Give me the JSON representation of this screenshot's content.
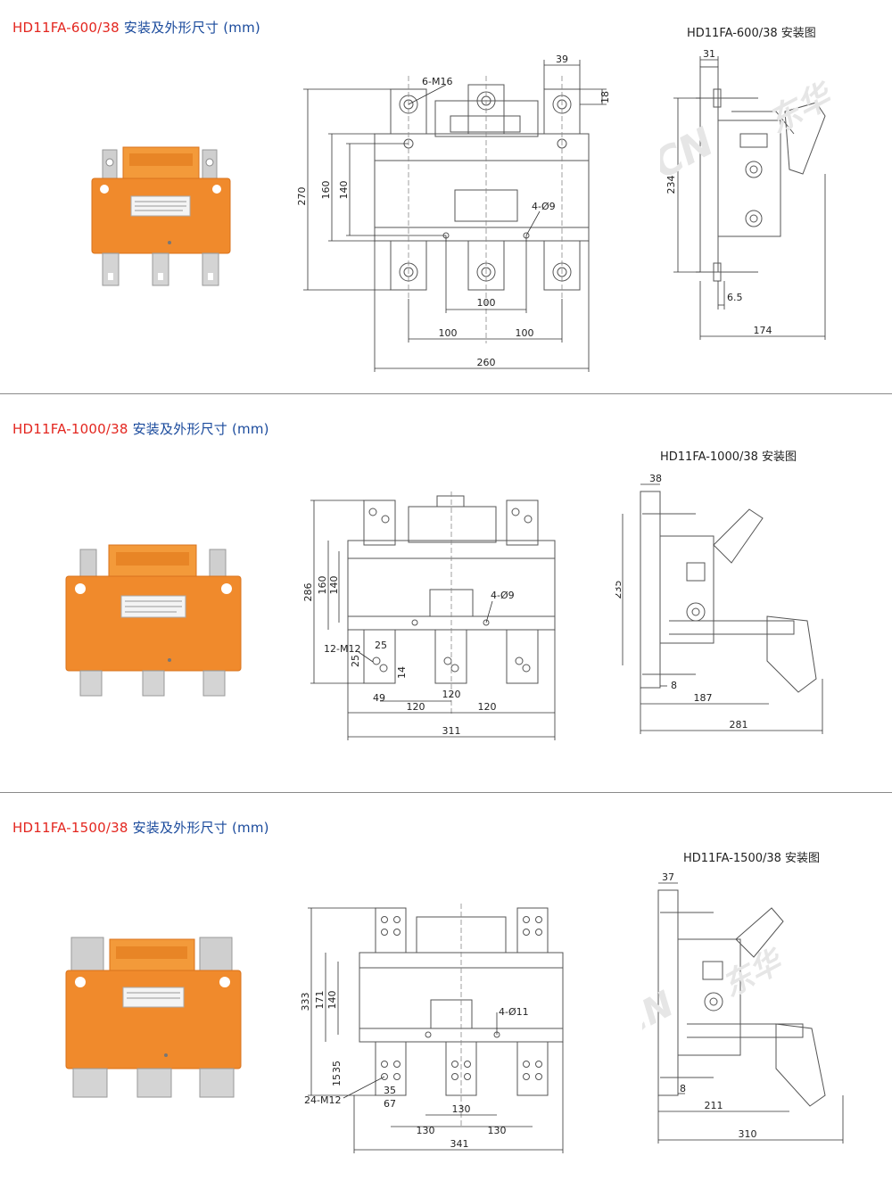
{
  "sections": [
    {
      "model": "HD11FA-600/38",
      "desc": " 安装及外形尺寸 (mm)",
      "install_title": "HD11FA-600/38 安装图",
      "front": {
        "height_total": "270",
        "h2": "160",
        "h3": "140",
        "top_right": "39",
        "top_offset": "18",
        "thread_label": "6-M16",
        "hole_label": "4-Ø9",
        "hole_spacing": "100",
        "pitch_left": "100",
        "pitch_right": "100",
        "width": "260"
      },
      "side": {
        "top": "31",
        "height": "234",
        "small": "6.5",
        "width": "174"
      }
    },
    {
      "model": "HD11FA-1000/38",
      "desc": " 安装及外形尺寸 (mm)",
      "install_title": "HD11FA-1000/38 安装图",
      "front": {
        "height_total": "286",
        "h2": "160",
        "h3": "140",
        "thread_label": "12-M12",
        "a": "25",
        "b": "25",
        "c": "14",
        "d": "49",
        "hole_label": "4-Ø9",
        "hole_spacing": "120",
        "pitch_left": "120",
        "pitch_right": "120",
        "width": "311"
      },
      "side": {
        "top": "38",
        "height": "235",
        "small": "8",
        "depth": "187",
        "width": "281"
      }
    },
    {
      "model": "HD11FA-1500/38",
      "desc": " 安装及外形尺寸 (mm)",
      "install_title": "HD11FA-1500/38 安装图",
      "front": {
        "height_total": "333",
        "h2": "171",
        "h3": "140",
        "thread_label": "24-M12",
        "a": "15",
        "b": "35",
        "c": "35",
        "d": "67",
        "hole_label": "4-Ø11",
        "hole_spacing": "130",
        "pitch_left": "130",
        "pitch_right": "130",
        "width": "341"
      },
      "side": {
        "top": "37",
        "small": "8",
        "depth": "211",
        "width": "310"
      }
    }
  ],
  "watermark": {
    "brand": "DHECN",
    "cn": "东华"
  },
  "colors": {
    "model": "#e3261f",
    "desc": "#1a4a9c",
    "body": "#f08a2c",
    "body_dark": "#d9731d",
    "copper": "#c9c9c9"
  }
}
